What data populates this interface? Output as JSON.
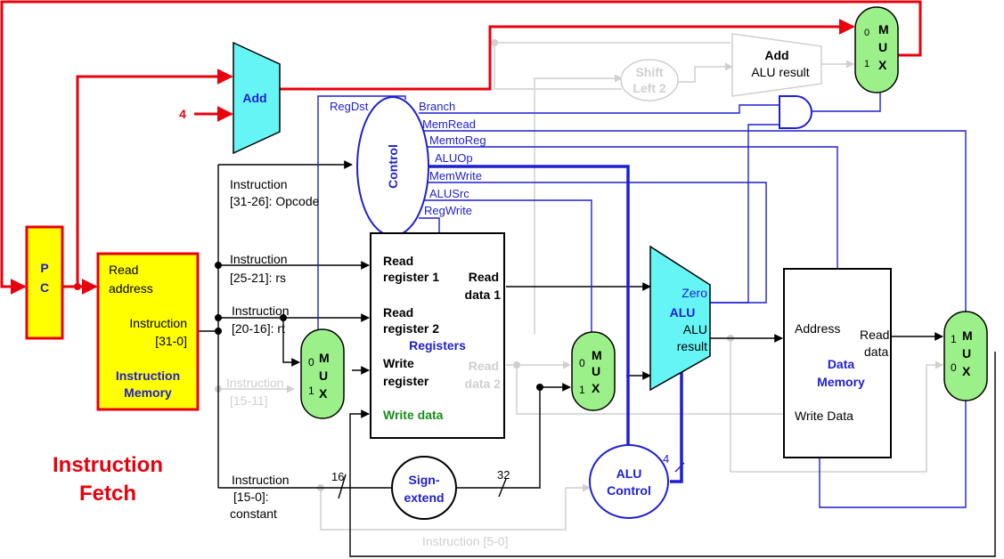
{
  "title": {
    "line1": "Instruction",
    "line2": "Fetch"
  },
  "pc": {
    "line1": "P",
    "line2": "C"
  },
  "adder_pc": {
    "label": "Add",
    "constant": "4"
  },
  "adder_branch": {
    "label": "Add",
    "sublabel": "ALU result"
  },
  "shift_left": {
    "line1": "Shift",
    "line2": "Left 2"
  },
  "instr_mem": {
    "read_addr1": "Read",
    "read_addr2": "address",
    "instr1": "Instruction",
    "instr2": "[31-0]",
    "name1": "Instruction",
    "name2": "Memory"
  },
  "fields": {
    "opcode1": "Instruction",
    "opcode2": "[31-26]: Opcode",
    "rs1": "Instruction",
    "rs2": "[25-21]: rs",
    "rt1": "Instruction",
    "rt2": "[20-16]: rt",
    "rd1": "Instruction",
    "rd2": "[15-11]",
    "const1": "Instruction",
    "const2": "[15-0]:",
    "const3": "constant",
    "funct": "Instruction  [5-0]"
  },
  "control": {
    "label": "Control",
    "signals": [
      "RegDst",
      "Branch",
      "MemRead",
      "MemtoReg",
      "ALUOp",
      "MemWrite",
      "ALUSrc",
      "RegWrite"
    ]
  },
  "registers": {
    "rr1a": "Read",
    "rr1b": "register 1",
    "rr2a": "Read",
    "rr2b": "register 2",
    "wra": "Write",
    "wrb": "register",
    "wd": "Write data",
    "rd1a": "Read",
    "rd1b": "data 1",
    "rd2a": "Read",
    "rd2b": "data 2",
    "name": "Registers"
  },
  "mux": {
    "m": "M",
    "u": "U",
    "x": "X",
    "zero": "0",
    "one": "1"
  },
  "alu": {
    "zero": "Zero",
    "name": "ALU",
    "result1": "ALU",
    "result2": "result"
  },
  "alu_control": {
    "line1": "ALU",
    "line2": "Control",
    "width": "4"
  },
  "sign_extend": {
    "line1": "Sign-",
    "line2": "extend",
    "in_width": "16",
    "out_width": "32"
  },
  "data_mem": {
    "address": "Address",
    "read1": "Read",
    "read2": "data",
    "write": "Write Data",
    "name1": "Data",
    "name2": "Memory"
  },
  "colors": {
    "red": "#e8000d",
    "blue": "#1f1fd0",
    "cyan": "#66f5f5",
    "yellow": "#ffff00",
    "green": "#9cf08a",
    "gray": "#cfcfcf"
  }
}
